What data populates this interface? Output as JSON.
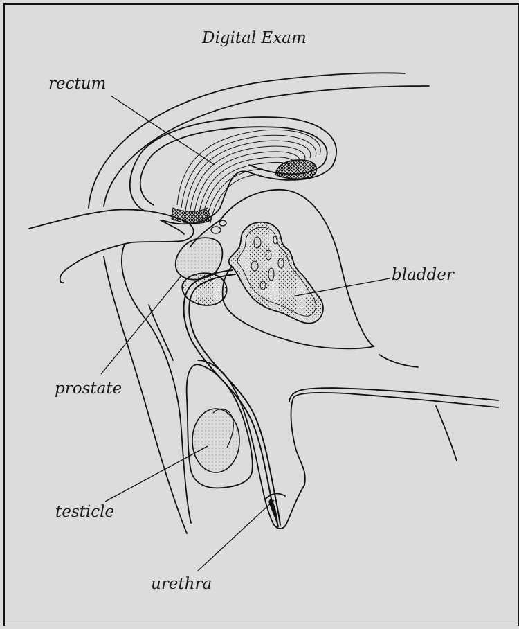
{
  "title": "Digital Exam",
  "labels": {
    "rectum": "rectum",
    "bladder": "bladder",
    "prostate": "prostate",
    "testicle": "testicle",
    "urethra": "urethra"
  },
  "colors": {
    "background": "#dcdcdc",
    "ink": "#1a1a1a"
  }
}
